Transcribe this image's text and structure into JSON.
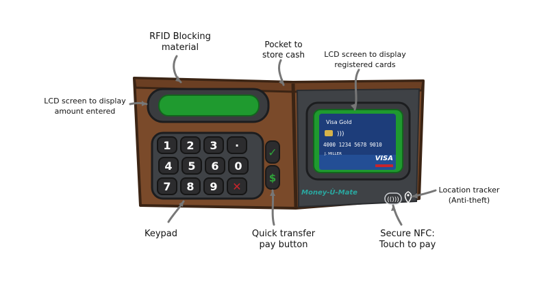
{
  "labels": {
    "rfid": [
      "RFID Blocking",
      "material"
    ],
    "pocket": [
      "Pocket to",
      "store cash"
    ],
    "lcd_cards": [
      "LCD screen to display",
      "registered cards"
    ],
    "lcd_amount": [
      "LCD screen to display",
      "amount entered"
    ],
    "location": [
      "Location tracker",
      "(Anti-theft)"
    ],
    "keypad": [
      "Keypad"
    ],
    "quick": [
      "Quick transfer",
      "pay button"
    ],
    "nfc": [
      "Secure NFC:",
      "Touch to pay"
    ]
  },
  "keypad_keys": [
    "1",
    "2",
    "3",
    "·",
    "4",
    "5",
    "6",
    "0",
    "7",
    "8",
    "9",
    "✕"
  ],
  "side_buttons": {
    "confirm": "✓",
    "pay": "$"
  },
  "card": {
    "name": "Visa Gold",
    "number": "4000 1234 5678 9010",
    "holder": "J. MILLER",
    "brand": "VISA"
  },
  "brand_name": "Money-Ù-Mate",
  "colors": {
    "leather": "#7a4a2a",
    "leather_dark": "#3b2414",
    "screen_green": "#1f9a2f",
    "card_blue": "#1d3d7a",
    "key_bg": "#2c2c2e",
    "frame_gray": "#3f4246",
    "brand_teal": "#2aa7a0"
  }
}
